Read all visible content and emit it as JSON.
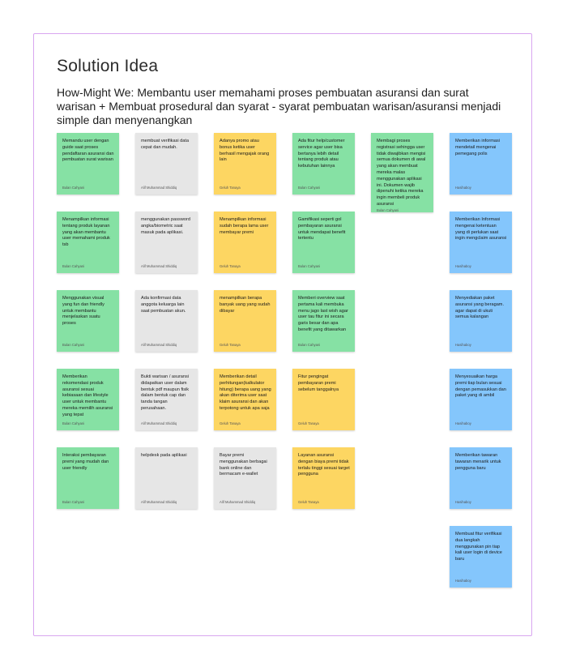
{
  "board": {
    "title": "Solution Idea",
    "hmw": "How-Might We: Membantu user memahami proses pembuatan asuransi dan surat warisan + Membuat prosedural dan syarat - syarat pembuatan warisan/asuransi menjadi simple dan menyenangkan"
  },
  "colors": {
    "green": "#86e1a4",
    "gray": "#e6e6e6",
    "yellow": "#fdd662",
    "blue": "#84c6fc",
    "frame_border": "#d9a6f0"
  },
  "notes": [
    {
      "text": "Memandu user dengan guide saat proses pendaftaran asuransi dan pembuatan surat warisan",
      "author": "Bulan Cahyani",
      "color": "green"
    },
    {
      "text": "membuat verifikasi data cepat dan mudah.",
      "author": "Alif Muhammad Shiddiq",
      "color": "gray"
    },
    {
      "text": "Adanya promo atau bonus ketika user berhasil mengajak orang lain",
      "author": "Geluh Tanaya",
      "color": "yellow"
    },
    {
      "text": "Ada fitur help/customer service agar user bisa bertanya lebih detail tentang produk atau kebutuhan lainnya",
      "author": "Bulan Cahyani",
      "color": "green"
    },
    {
      "text": "Membagi proses registrasi sehingga user tidak diwajibkan mengisi semua dokumen di awal yang akan membuat mereka malas menggunakan aplikasi ini. Dokumen wajib dipenuhi ketika mereka ingin membeli produk asuransi",
      "author": "Bulan Cahyani",
      "color": "green"
    },
    {
      "text": "Memberikan informasi mendetail mengenai pemegang polis",
      "author": "Hasihaboy",
      "color": "blue"
    },
    {
      "text": "Menampilkan informasi tentang produk layanan yang akan membantu user memahami produk tsb",
      "author": "Bulan Cahyani",
      "color": "green"
    },
    {
      "text": "menggunakan password angka/biometric saat masuk pada aplikasi.",
      "author": "Alif Muhammad Shiddiq",
      "color": "gray"
    },
    {
      "text": "Menampilkan informasi sudah berapa lama user membayar premi",
      "author": "Geluh Tanaya",
      "color": "yellow"
    },
    {
      "text": "Gamifikasi seperti gol pembayaran asuransi untuk mendapat benefit tertentu",
      "author": "Bulan Cahyani",
      "color": "green"
    },
    {
      "text": "Memberikan Informasi mengenai ketentuan yang di perlukan saat ingin mengclaim asuransi",
      "author": "Hasihaboy",
      "color": "blue"
    },
    {
      "text": "Menggunakan visual yang fun dan friendly untuk membantu menjelaskan suatu proses",
      "author": "Bulan Cahyani",
      "color": "green"
    },
    {
      "text": "Ada konfirmasi data anggota keluarga lain saat pembuatan akun.",
      "author": "Alif Muhammad Shiddiq",
      "color": "gray"
    },
    {
      "text": "menampilkan berapa banyak uang yang sudah dibayar",
      "author": "Geluh Tanaya",
      "color": "yellow"
    },
    {
      "text": "Memberi overview saat pertama kali membuka menu jago last wish agar user tau fitur ini secara garis besar dan apa benefit yang ditawarkan",
      "author": "Bulan Cahyani",
      "color": "green"
    },
    {
      "text": "Menyediakan paket asuransi yang beragam. agar dapat di ukuti semua kalangan",
      "author": "Hasihaboy",
      "color": "blue"
    },
    {
      "text": "Memberikan rekomendasi produk asuransi sesuai kebiasaan dan lifestyle user untuk membantu mereka memilih asuransi yang tepat",
      "author": "Bulan Cahyani",
      "color": "green"
    },
    {
      "text": "Bukti warisan / asuransi didapatkan user dalam bentuk pdf maupun fisik dalam bentuk cap dan tanda tangan perusahaan.",
      "author": "Alif Muhammad Shiddiq",
      "color": "gray"
    },
    {
      "text": "Memberikan detail perhitungan(kalkulator hitung) berapa uang yang akan diterima user saat klaim asuransi dan akan terpotong untuk apa saja",
      "author": "Geluh Tanaya",
      "color": "yellow"
    },
    {
      "text": "Fitur pengingat pembayaran premi sebelum tanggalnya",
      "author": "Geluh Tanaya",
      "color": "yellow"
    },
    {
      "text": "Menyesuaikan harga premi tiap bulan sesuai dengan pemasukkan dan paket yang di ambil",
      "author": "Hasihaboy",
      "color": "blue"
    },
    {
      "text": "Interaksi pembayaran premi yang mudah dan user friendly",
      "author": "Bulan Cahyani",
      "color": "green"
    },
    {
      "text": "helpdesk pada aplikasi",
      "author": "Alif Muhammad Shiddiq",
      "color": "gray"
    },
    {
      "text": "Bayar premi menggunakan berbagai bank online dan bermacam e-wallet",
      "author": "Alif Muhammad Shiddiq",
      "color": "gray"
    },
    {
      "text": "Layanan asuransi dengan biaya premi tidak terlalu tinggi sesuai target pengguna",
      "author": "Geluh Tanaya",
      "color": "yellow"
    },
    {
      "text": "Memberikan tawaran tawaran menarik untuk pengguna baru",
      "author": "Hasihaboy",
      "color": "blue"
    },
    {
      "text": "Membuat fitur verifikasi dua langkah menggunakan pin tiap kali user login di device baru",
      "author": "Hasihaboy",
      "color": "blue"
    }
  ]
}
